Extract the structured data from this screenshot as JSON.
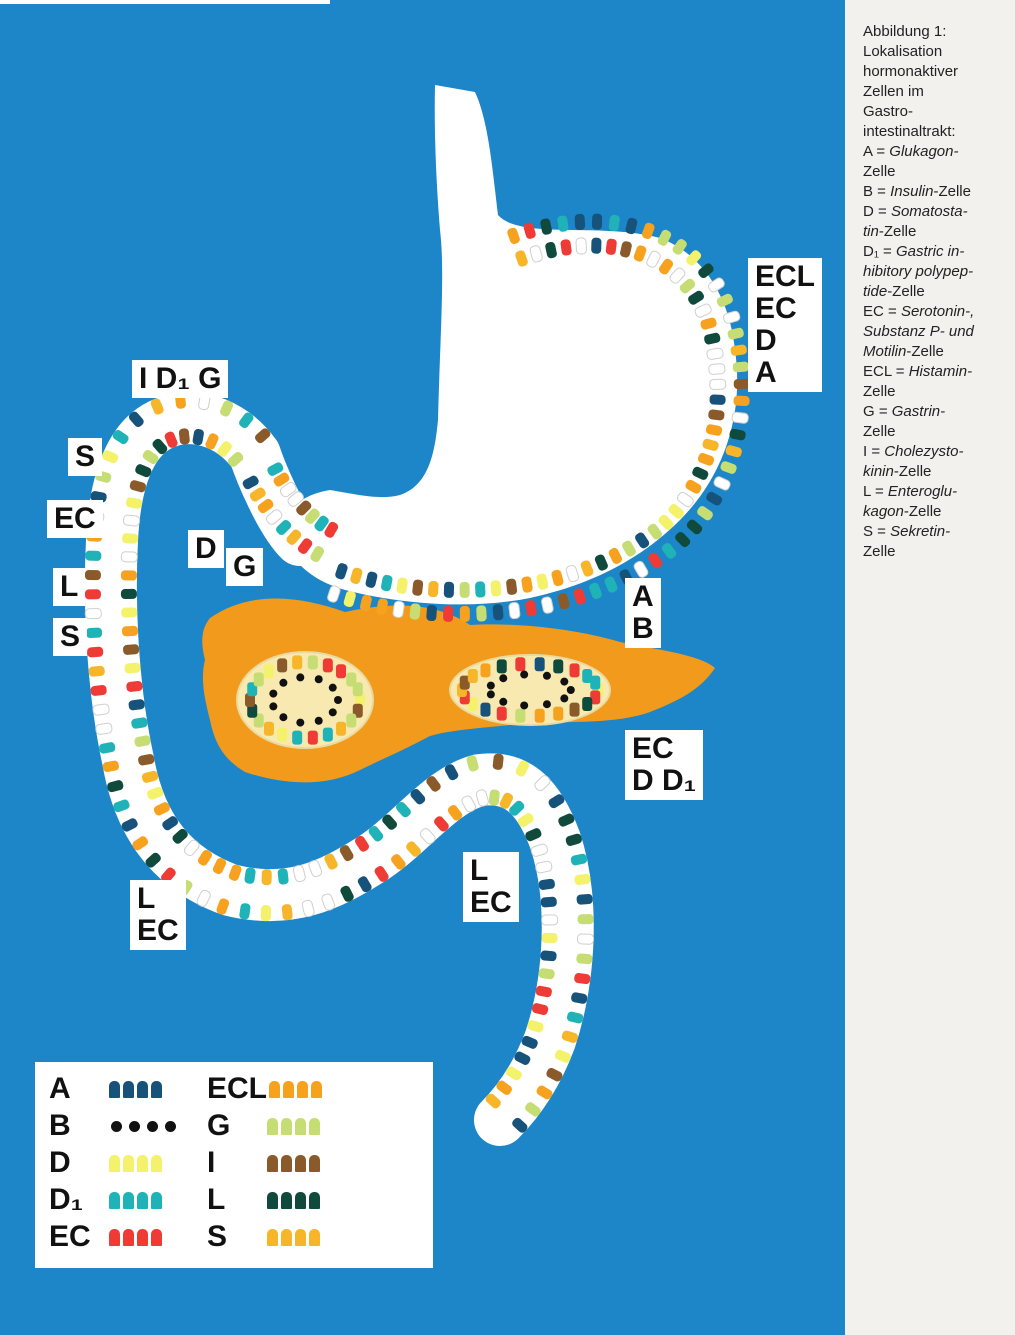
{
  "caption": {
    "lines": [
      {
        "plain": "Abbildung 1:",
        "italic": ""
      },
      {
        "plain": "Lokalisation",
        "italic": ""
      },
      {
        "plain": "hormonaktiver",
        "italic": ""
      },
      {
        "plain": "Zellen im",
        "italic": ""
      },
      {
        "plain": "Gastro-",
        "italic": ""
      },
      {
        "plain": "intestinaltrakt:",
        "italic": ""
      },
      {
        "plain": "A = ",
        "italic": "Glukagon-"
      },
      {
        "plain": "Zelle",
        "italic": ""
      },
      {
        "plain": "B = ",
        "italic": "Insulin",
        "after": "-Zelle"
      },
      {
        "plain": "D = ",
        "italic": "Somatosta-"
      },
      {
        "plain": "",
        "italic": "tin",
        "after": "-Zelle"
      },
      {
        "plain": "D₁ = ",
        "italic": "Gastric in-"
      },
      {
        "plain": "",
        "italic": "hibitory polypep-"
      },
      {
        "plain": "",
        "italic": "tide",
        "after": "-Zelle"
      },
      {
        "plain": "EC = ",
        "italic": "Serotonin-,"
      },
      {
        "plain": "",
        "italic": "Substanz P- und"
      },
      {
        "plain": "",
        "italic": "Motilin",
        "after": "-Zelle"
      },
      {
        "plain": "ECL = ",
        "italic": "Histamin-"
      },
      {
        "plain": "Zelle",
        "italic": ""
      },
      {
        "plain": "G = ",
        "italic": "Gastrin-"
      },
      {
        "plain": "Zelle",
        "italic": ""
      },
      {
        "plain": "I = ",
        "italic": "Cholezysto-"
      },
      {
        "plain": "",
        "italic": "kinin",
        "after": "-Zelle"
      },
      {
        "plain": "L = ",
        "italic": "Enteroglu-"
      },
      {
        "plain": "",
        "italic": "kagon",
        "after": "-Zelle"
      },
      {
        "plain": "S = ",
        "italic": "Sekretin-"
      },
      {
        "plain": "Zelle",
        "italic": ""
      }
    ]
  },
  "labels": {
    "stomach_right": [
      "ECL",
      "EC",
      "D",
      "A"
    ],
    "duodenum_top": "I D₁ G",
    "s_upper": "S",
    "ec_left": "EC",
    "l_left": "L",
    "s_left": "S",
    "d_inner": "D",
    "g_inner": "G",
    "pancreas": [
      "A",
      "B"
    ],
    "jejunum_right": [
      "EC",
      "D D₁"
    ],
    "l_ec_bottom_left": [
      "L",
      "EC"
    ],
    "l_ec_bottom_mid": [
      "L",
      "EC"
    ]
  },
  "legend": {
    "left": [
      {
        "letter": "A",
        "kind": "cell",
        "color": "#17527a"
      },
      {
        "letter": "B",
        "kind": "dot",
        "color": "#111111"
      },
      {
        "letter": "D",
        "kind": "cell",
        "color": "#f3f26a"
      },
      {
        "letter": "D₁",
        "kind": "cell",
        "color": "#1fb3b8"
      },
      {
        "letter": "EC",
        "kind": "cell",
        "color": "#ee3b36"
      }
    ],
    "right": [
      {
        "letter": "ECL",
        "kind": "cell",
        "color": "#f7a21f"
      },
      {
        "letter": "G",
        "kind": "cell",
        "color": "#c6dd73"
      },
      {
        "letter": "I",
        "kind": "cell",
        "color": "#8b5a2b"
      },
      {
        "letter": "L",
        "kind": "cell",
        "color": "#0f4a3c"
      },
      {
        "letter": "S",
        "kind": "cell",
        "color": "#f7b52a"
      }
    ]
  },
  "colors": {
    "background": "#1d86c8",
    "pancreas": "#f29a1c",
    "tract": "#ffffff",
    "cell_outline": "#cfcfcf"
  }
}
